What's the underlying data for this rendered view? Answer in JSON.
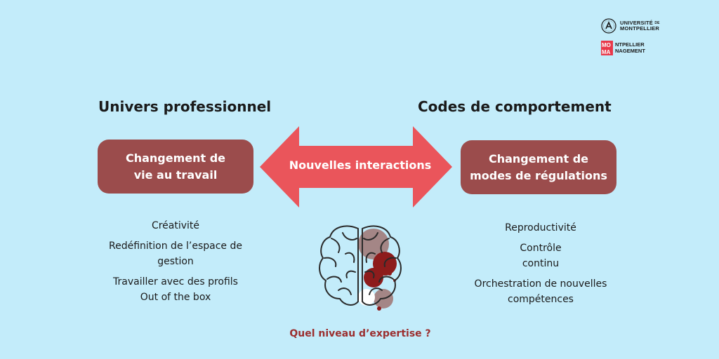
{
  "logos": {
    "universite_de_montpellier": {
      "line1": "UNIVERSITÉ",
      "de": "DE",
      "line2": "MONTPELLIER"
    },
    "montpellier_management": {
      "mark_top": "MO",
      "mark_bottom": "MA",
      "line1": "NTPELLIER",
      "line2": "NAGEMENT",
      "color": "#e8394a"
    }
  },
  "headings": {
    "left": "Univers professionnel",
    "right": "Codes de comportement"
  },
  "boxes": {
    "left": [
      "Changement de",
      "vie au travail"
    ],
    "right": [
      "Changement de",
      "modes de régulations"
    ]
  },
  "arrow": {
    "label": "Nouvelles interactions",
    "color": "#ea555b"
  },
  "left_list": [
    [
      "Créativité"
    ],
    [
      "Redéfinition de l’espace de",
      "gestion"
    ],
    [
      "Travailler avec des profils",
      "Out of the box"
    ]
  ],
  "right_list": [
    [
      "Reproductivité"
    ],
    [
      "Contrôle",
      "continu"
    ],
    [
      "Orchestration de nouvelles",
      "compétences"
    ]
  ],
  "footer_question": "Quel niveau d’expertise ?",
  "colors": {
    "background": "#c3ecfa",
    "box": "#9b4c4c",
    "question": "#9b2e2e"
  },
  "icons": {
    "center": "brain-icon"
  }
}
